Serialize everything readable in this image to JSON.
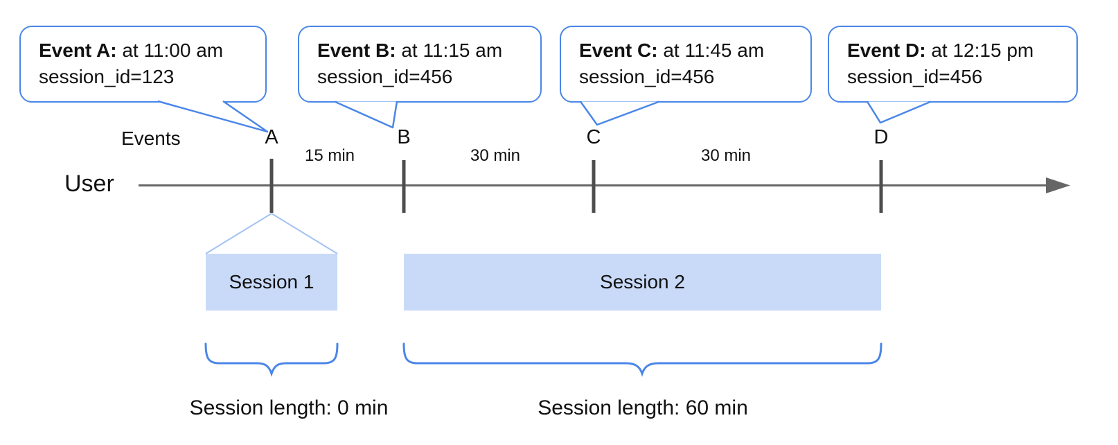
{
  "callouts": [
    {
      "title": "Event A:",
      "detail": " at 11:00 am",
      "line2": "session_id=123"
    },
    {
      "title": "Event B:",
      "detail": " at 11:15 am",
      "line2": "session_id=456"
    },
    {
      "title": "Event C:",
      "detail": " at 11:45 am",
      "line2": "session_id=456"
    },
    {
      "title": "Event D:",
      "detail": " at 12:15 pm",
      "line2": "session_id=456"
    }
  ],
  "timeline": {
    "events_label": "Events",
    "user_label": "User",
    "event_markers": [
      "A",
      "B",
      "C",
      "D"
    ],
    "intervals": [
      "15 min",
      "30 min",
      "30 min"
    ]
  },
  "sessions": [
    {
      "label": "Session 1",
      "length": "Session length: 0 min"
    },
    {
      "label": "Session 2",
      "length": "Session length: 60 min"
    }
  ],
  "colors": {
    "bubble_border": "#4a86e8",
    "session_fill": "#c9daf8",
    "funnel_line": "#a4c2f4",
    "brace": "#4a86e8",
    "timeline": "#666666",
    "tick": "#4d4d4d",
    "text": "#111111"
  }
}
